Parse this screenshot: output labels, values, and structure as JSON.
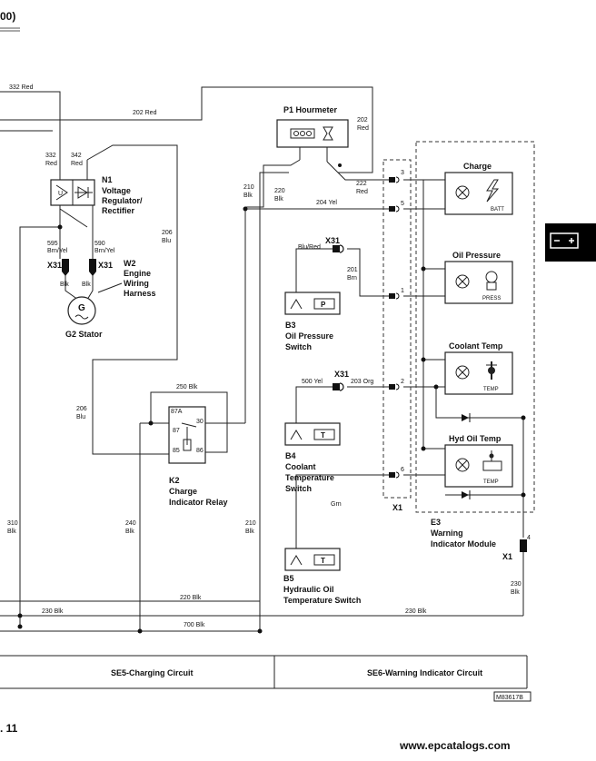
{
  "header": {
    "title_fragment": "00)"
  },
  "side_tab": {
    "icon": "battery-icon",
    "color": "#000000"
  },
  "components": {
    "n1": {
      "id": "N1",
      "name": "Voltage Regulator/ Rectifier",
      "line1": "Voltage",
      "line2": "Regulator/",
      "line3": "Rectifier",
      "symbol_u": "U"
    },
    "w2": {
      "id": "W2",
      "line1": "Engine",
      "line2": "Wiring",
      "line3": "Harness"
    },
    "g2": {
      "id": "G2 Stator",
      "symbol": "G"
    },
    "p1": {
      "id": "P1 Hourmeter"
    },
    "k2": {
      "id": "K2",
      "line1": "Charge",
      "line2": "Indicator Relay",
      "pins": [
        "87A",
        "87",
        "85",
        "86",
        "30"
      ]
    },
    "b3": {
      "id": "B3",
      "line1": "Oil Pressure",
      "line2": "Switch",
      "symbol": "P"
    },
    "b4": {
      "id": "B4",
      "line1": "Coolant",
      "line2": "Temperature",
      "line3": "Switch",
      "symbol": "T"
    },
    "b5": {
      "id": "B5",
      "line1": "Hydraulic Oil",
      "line2": "Temperature Switch",
      "symbol": "T"
    },
    "x1": {
      "id": "X1",
      "pins": [
        "3",
        "5",
        "1",
        "2",
        "6",
        "4"
      ]
    },
    "e3": {
      "id": "E3",
      "line1": "Warning",
      "line2": "Indicator Module",
      "indicators": [
        {
          "title": "Charge",
          "label": "BATT"
        },
        {
          "title": "Oil Pressure",
          "label": "PRESS"
        },
        {
          "title": "Coolant Temp",
          "label": "TEMP"
        },
        {
          "title": "Hyd Oil Temp",
          "label": "TEMP"
        }
      ]
    },
    "x31": "X31"
  },
  "wires": {
    "w332red_top": "332 Red",
    "w202red_mid": "202 Red",
    "w202red_right": [
      "202",
      "Red"
    ],
    "w332red_n1": [
      "332",
      "Red"
    ],
    "w342red": [
      "342",
      "Red"
    ],
    "w206blu_top": [
      "206",
      "Blu"
    ],
    "w206blu_bot": [
      "206",
      "Blu"
    ],
    "w595": [
      "595",
      "Brn/Yel"
    ],
    "w590": [
      "590",
      "Brn/Yel"
    ],
    "blk1": "Blk",
    "blk2": "Blk",
    "w210blk_top": [
      "210",
      "Blk"
    ],
    "w220blk": [
      "220",
      "Blk"
    ],
    "w222red": [
      "222",
      "Red"
    ],
    "w204yel": "204 Yel",
    "blured": "Blu/Red",
    "w201brn": [
      "201",
      "Brn"
    ],
    "w250blk": "250 Blk",
    "w500yel": "500 Yel",
    "w203org": "203 Org",
    "grn": "Grn",
    "w310blk": [
      "310",
      "Blk"
    ],
    "w240blk": [
      "240",
      "Blk"
    ],
    "w210blk_bot": [
      "210",
      "Blk"
    ],
    "w220blk_bot": "220 Blk",
    "w230blk_left": "230 Blk",
    "w230blk_right": "230 Blk",
    "w230blk_x1": [
      "230",
      "Blk"
    ],
    "w700blk": "700 Blk"
  },
  "footer": {
    "left_circuit": "SE5-Charging Circuit",
    "right_circuit": "SE6-Warning Indicator Circuit",
    "ref": "M83617B",
    "page_fragment": ". 11",
    "watermark": "www.epcatalogs.com"
  }
}
